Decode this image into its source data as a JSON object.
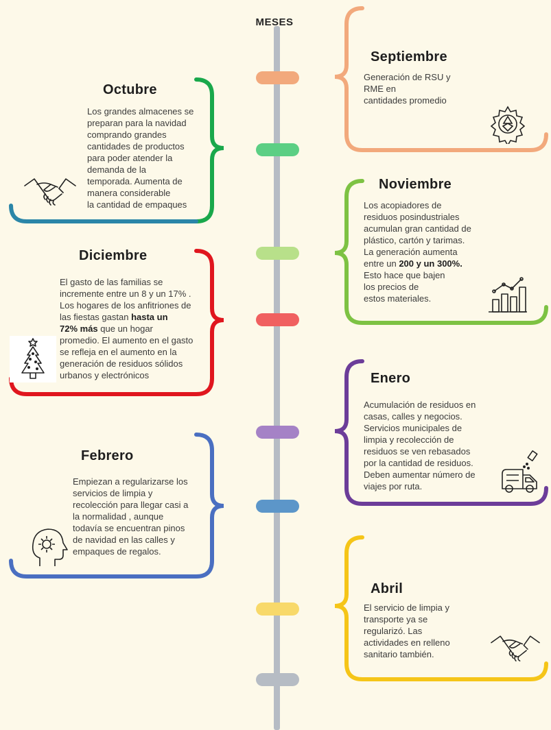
{
  "axis_title": "MESES",
  "colors": {
    "septiembre": "#f2a97c",
    "octubre": "#19a84b",
    "noviembre": "#7dc243",
    "diciembre": "#e0161e",
    "enero": "#6c3d99",
    "febrero": "#4a6fc1",
    "abril": "#f5c518",
    "spine": "#b6bcc4",
    "octubre_bottom": "#2b86a8",
    "final_pill": "#b6bcc4"
  },
  "months": {
    "septiembre": {
      "title": "Septiembre",
      "icon": "gear-recycle-icon",
      "lines": [
        "Generación de RSU y",
        "RME en",
        "cantidades promedio"
      ]
    },
    "octubre": {
      "title": "Octubre",
      "icon": "handshake-icon",
      "lines": [
        "Los grandes almacenes se",
        "preparan para la navidad",
        "comprando grandes",
        "cantidades de productos",
        "para poder atender la",
        "demanda de la",
        "temporada.  Aumenta de",
        "manera considerable",
        "la cantidad de empaques"
      ]
    },
    "noviembre": {
      "title": "Noviembre",
      "icon": "growth-chart-icon",
      "lines": [
        "Los acopiadores de",
        "residuos posindustriales",
        "acumulan gran cantidad de",
        "plástico, cartón y tarimas.",
        "La generación aumenta"
      ],
      "line6_pre": "entre un ",
      "line6_bold": "200 y un 300%.",
      "lines_after": [
        "Esto hace que bajen",
        "los precios de",
        "estos materiales."
      ]
    },
    "diciembre": {
      "title": "Diciembre",
      "icon": "christmas-tree-icon",
      "lines": [
        "El gasto de las familias se",
        "incremente entre un 8 y un 17% .",
        "Los hogares de los anfitriones de"
      ],
      "line4_pre": "las fiestas gastan ",
      "line4_bold": "hasta un",
      "line5_bold": "72% más",
      "line5_post": " que un hogar",
      "lines_after": [
        "promedio. El aumento en el gasto",
        "se refleja en el aumento en la",
        "generación de residuos sólidos",
        "urbanos y electrónicos"
      ]
    },
    "enero": {
      "title": "Enero",
      "icon": "garbage-truck-icon",
      "lines": [
        "Acumulación de residuos en",
        "casas, calles y negocios.",
        "Servicios municipales  de",
        "limpia  y recolección de",
        "residuos se ven rebasados",
        "por la cantidad de residuos.",
        "Deben aumentar número de",
        "viajes por ruta."
      ]
    },
    "febrero": {
      "title": "Febrero",
      "icon": "head-gear-icon",
      "lines": [
        "Empiezan a regularizarse los",
        "servicios de limpia y",
        "recolección para llegar casi a",
        "la normalidad , aunque",
        "todavía se encuentran pinos",
        "de navidad en las calles y",
        "empaques de regalos."
      ]
    },
    "abril": {
      "title": "Abril",
      "icon": "handshake-icon",
      "lines": [
        "El servicio de limpia y",
        "transporte ya se",
        "regularizó. Las",
        "actividades en relleno",
        "sanitario también."
      ]
    }
  }
}
